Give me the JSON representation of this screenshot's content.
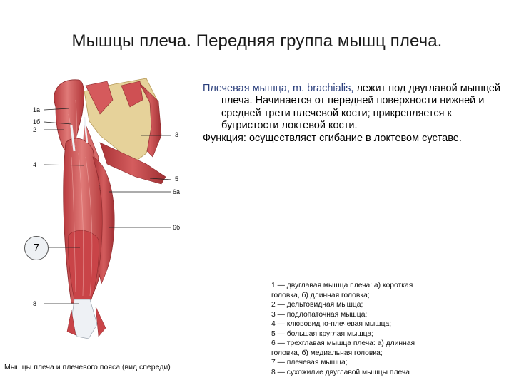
{
  "title": "Мышцы плеча. Передняя группа мышц плеча.",
  "description": {
    "line1_term": "Плечевая мышца, m. brachialis,",
    "line1_rest": " лежит под двуглавой мышцей плеча. Начинается от передней поверхности нижней и средней трети плечевой кости; прикрепляется к бугристости локтевой кости.",
    "line2": "Функция: осуществляет сгибание в локтевом суставе."
  },
  "figure": {
    "labels": {
      "l1a": "1а",
      "l1b": "1б",
      "l2": "2",
      "l3": "3",
      "l4": "4",
      "l5": "5",
      "l6a": "6а",
      "l6b": "6б",
      "l7": "7",
      "l8": "8"
    },
    "caption": "Мышцы плеча и плечевого пояса (вид спереди)"
  },
  "legend": [
    "1 — двуглавая мышца плеча: а) короткая",
    "головка, б) длинная головка;",
    "2 — дельтовидная мышца;",
    "3 — подлопаточная мышца;",
    "4 — клювовидно-плечевая мышца;",
    "5 — большая круглая мышца;",
    "6 — трехглавая мышца плеча: а) длинная",
    "головка, б) медиальная головка;",
    "7 — плечевая мышца;",
    "8 — сухожилие двуглавой мышцы плеча"
  ],
  "colors": {
    "muscle": "#c9474a",
    "muscle_light": "#e58a86",
    "bone": "#e6d29a",
    "tendon": "#eef1f5",
    "term": "#2b3f7c"
  }
}
